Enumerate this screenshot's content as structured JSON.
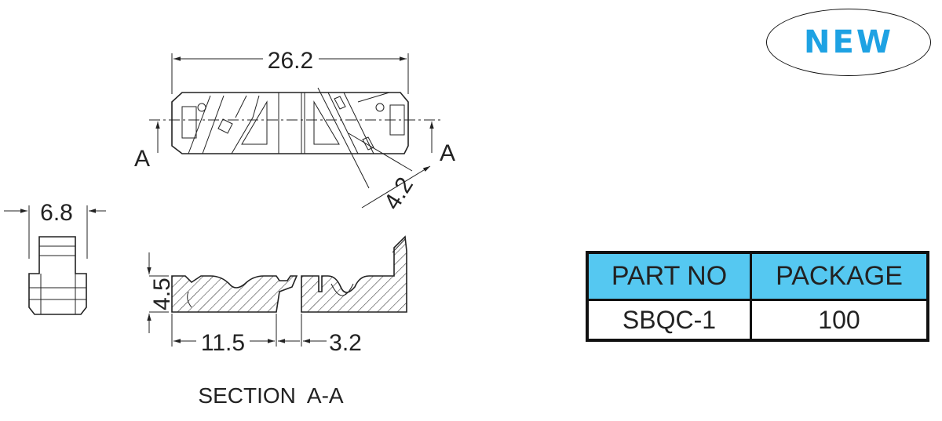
{
  "badge": {
    "label": "NEW",
    "color": "#1ea2e3"
  },
  "dimensions": {
    "overall_length": "26.2",
    "width": "6.8",
    "angle_offset": "4.2",
    "height": "4.5",
    "left_length": "11.5",
    "right_length": "3.2"
  },
  "section_markers": {
    "left": "A",
    "right": "A"
  },
  "section_title": "SECTION  A-A",
  "table": {
    "headers": [
      "PART NO",
      "PACKAGE"
    ],
    "rows": [
      [
        "SBQC-1",
        "100"
      ]
    ],
    "header_color": "#55c8f1"
  }
}
